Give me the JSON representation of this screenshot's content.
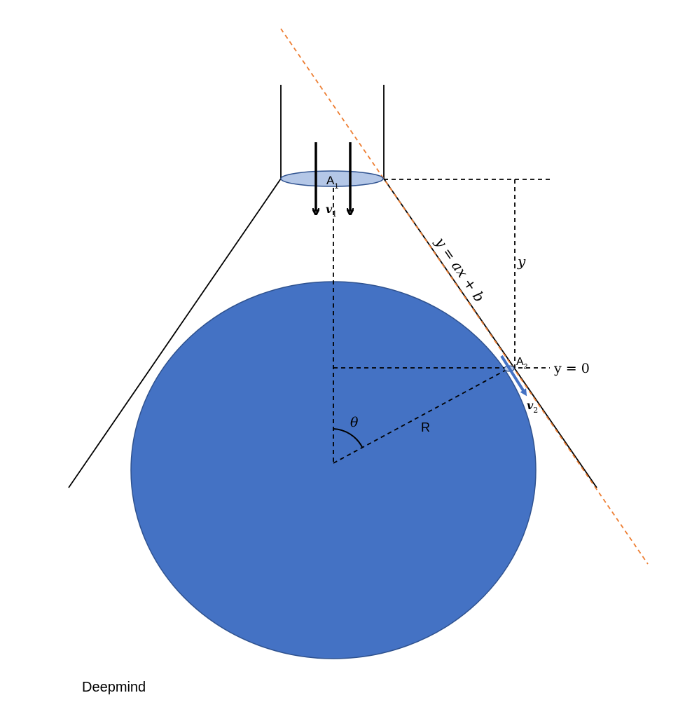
{
  "diagram": {
    "labels": {
      "area_inlet": "A",
      "area_inlet_sub": "1",
      "velocity_inlet": "v",
      "velocity_inlet_sub": "1",
      "area_outlet": "A",
      "area_outlet_sub": "2",
      "velocity_outlet": "v",
      "velocity_outlet_sub": "2",
      "line_equation": "y = ax + b",
      "height_label": "y",
      "reference_level": "y = 0",
      "angle_label": "θ",
      "radius_label": "R",
      "watermark": "Deepmind"
    },
    "colors": {
      "sphere_fill": "#4472C4",
      "sphere_stroke": "#2F528F",
      "inlet_disk_fill": "#B4C7E7",
      "tangent_dashed": "#ED7D31",
      "outlet_arrow": "#4472C4",
      "line": "#000000"
    }
  }
}
